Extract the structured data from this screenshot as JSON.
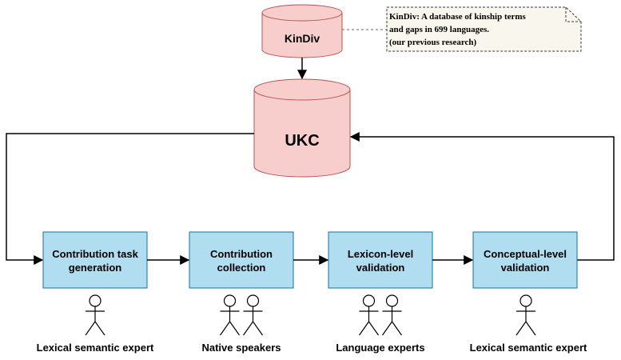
{
  "databases": {
    "kindiv": {
      "label": "KinDiv"
    },
    "ukc": {
      "label": "UKC"
    }
  },
  "note": {
    "line1": "KinDiv: A database of kinship terms",
    "line2": "and gaps in 699 languages.",
    "line3": "(our previous research)"
  },
  "steps": [
    {
      "line1": "Contribution task",
      "line2": "generation"
    },
    {
      "line1": "Contribution",
      "line2": "collection"
    },
    {
      "line1": "Lexicon-level",
      "line2": "validation"
    },
    {
      "line1": "Conceptual-level",
      "line2": "validation"
    }
  ],
  "actors": [
    {
      "label": "Lexical semantic expert",
      "count": 1
    },
    {
      "label": "Native speakers",
      "count": 2
    },
    {
      "label": "Language experts",
      "count": 2
    },
    {
      "label": "Lexical semantic expert",
      "count": 1
    }
  ],
  "colors": {
    "database_fill": "#f8cecc",
    "database_stroke": "#b85450",
    "step_fill": "#b1ddf0",
    "step_stroke": "#10739e",
    "note_fill": "#f9f7ed",
    "note_stroke": "#36393d"
  }
}
